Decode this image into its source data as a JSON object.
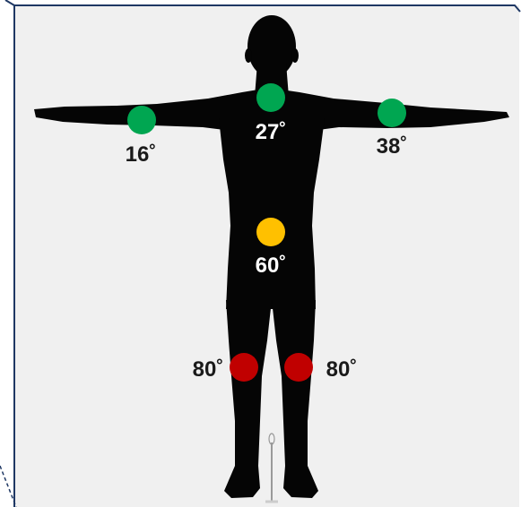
{
  "colors": {
    "background": "#f0f0f0",
    "frame": "#1f3864",
    "silhouette": "#050505",
    "status_green": "#00a651",
    "status_yellow": "#ffc000",
    "status_red": "#c00000"
  },
  "joints": {
    "neck": {
      "angle": "27˚",
      "status": "green"
    },
    "shoulder_left": {
      "angle": "16˚",
      "status": "green"
    },
    "shoulder_right": {
      "angle": "38˚",
      "status": "green"
    },
    "hip": {
      "angle": "60˚",
      "status": "yellow"
    },
    "knee_left": {
      "angle": "80˚",
      "status": "red"
    },
    "knee_right": {
      "angle": "80˚",
      "status": "red"
    }
  }
}
